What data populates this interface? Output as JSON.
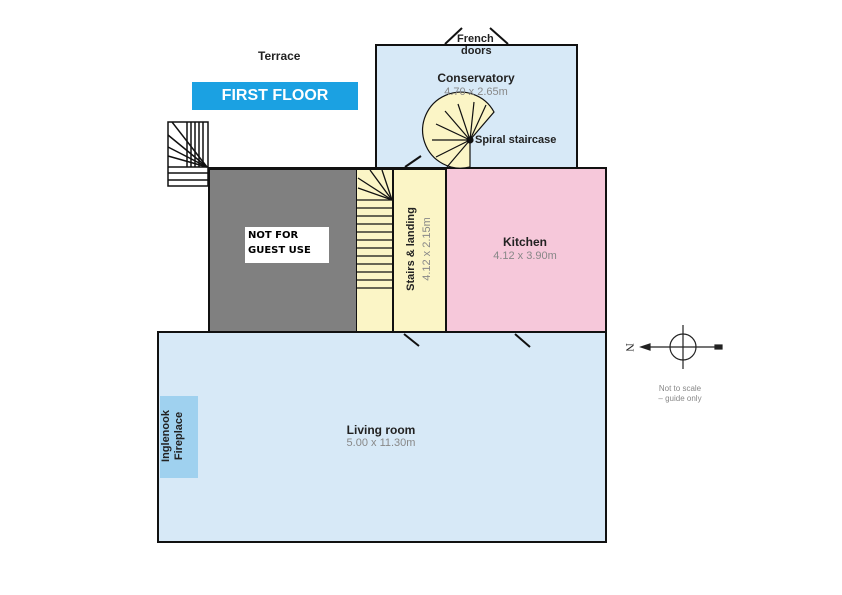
{
  "title": "FIRST FLOOR",
  "labels": {
    "terrace": "Terrace",
    "french_doors_1": "French",
    "french_doors_2": "doors",
    "spiral": "Spiral staircase",
    "not_for_guest_1": "NOT FOR",
    "not_for_guest_2": "GUEST USE",
    "fireplace_1": "Inglenook",
    "fireplace_2": "Fireplace",
    "north": "N",
    "scale_1": "Not to scale",
    "scale_2": "– guide only"
  },
  "rooms": {
    "conservatory": {
      "name": "Conservatory",
      "size": "4.70 x 2.65m"
    },
    "stairs": {
      "name": "Stairs & landing",
      "size": "4.12 x 2.15m"
    },
    "kitchen": {
      "name": "Kitchen",
      "size": "4.12 x 3.90m"
    },
    "living": {
      "name": "Living room",
      "size": "5.00 x 11.30m"
    }
  },
  "colors": {
    "blue_room": "#d7e9f7",
    "kitchen": "#f6c8da",
    "stairs": "#fbf5c6",
    "restricted": "#808080",
    "banner": "#1ba1e2",
    "fireplace": "#9fd1ef"
  }
}
